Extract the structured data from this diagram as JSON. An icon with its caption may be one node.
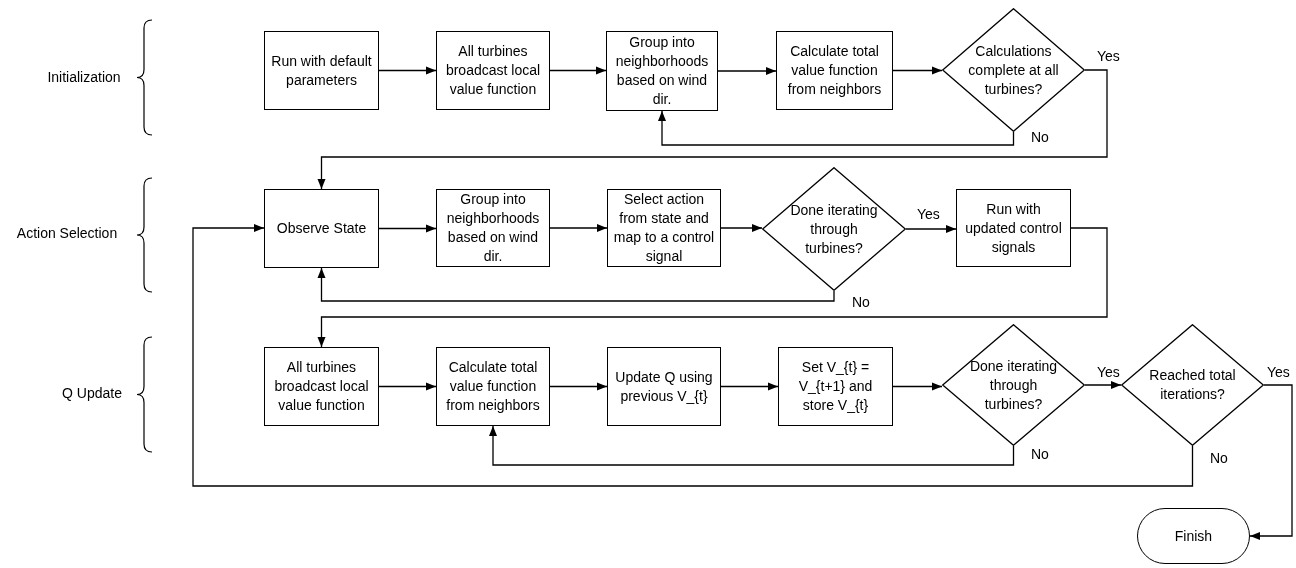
{
  "diagram": {
    "nodes": [
      {
        "text": [
          "Run with default parameters"
        ]
      },
      {
        "text": [
          "All turbines broadcast local value function"
        ]
      },
      {
        "text": [
          "Group into neighborhoods based on wind dir."
        ]
      },
      {
        "text": [
          "Calculate total value function from neighbors"
        ]
      },
      {
        "text": [
          "Calculations complete at all turbines?"
        ]
      },
      {
        "text": [
          "Observe State"
        ]
      },
      {
        "text": [
          "Group into neighborhoods based on wind dir."
        ]
      },
      {
        "text": [
          "Select action from state and map to a control signal"
        ]
      },
      {
        "text": [
          "Done iterating through turbines?"
        ]
      },
      {
        "text": [
          "Run with updated control signals"
        ]
      },
      {
        "text": [
          "All turbines broadcast local value function"
        ]
      },
      {
        "text": [
          "Calculate total value function from neighbors"
        ]
      },
      {
        "text": [
          "Update Q using previous V_{t}"
        ]
      },
      {
        "text": [
          "Set V_{t} = V_{t+1} and store V_{t}"
        ]
      },
      {
        "text": [
          "Done iterating through turbines?"
        ]
      },
      {
        "text": [
          "Reached total iterations?"
        ]
      },
      {
        "text": [
          "Finish"
        ]
      }
    ],
    "edges": [
      {
        "from": 0,
        "to": 1,
        "arrow": "to"
      },
      {
        "from": 1,
        "to": 2,
        "arrow": "to"
      },
      {
        "from": 2,
        "to": 3,
        "arrow": "to"
      },
      {
        "from": 3,
        "to": 4,
        "arrow": "to"
      },
      {
        "from": 4,
        "to": 5,
        "arrow": "to",
        "label": "Yes"
      },
      {
        "from": 4,
        "to": 2,
        "arrow": "to",
        "label": "No"
      },
      {
        "from": 5,
        "to": 6,
        "arrow": "to"
      },
      {
        "from": 6,
        "to": 7,
        "arrow": "to"
      },
      {
        "from": 7,
        "to": 8,
        "arrow": "to"
      },
      {
        "from": 8,
        "to": 9,
        "arrow": "to",
        "label": "Yes"
      },
      {
        "from": 8,
        "to": 5,
        "arrow": "to",
        "label": "No"
      },
      {
        "from": 9,
        "to": 10,
        "arrow": "to"
      },
      {
        "from": 10,
        "to": 11,
        "arrow": "to"
      },
      {
        "from": 11,
        "to": 12,
        "arrow": "to"
      },
      {
        "from": 12,
        "to": 13,
        "arrow": "to"
      },
      {
        "from": 13,
        "to": 14,
        "arrow": "to"
      },
      {
        "from": 14,
        "to": 15,
        "arrow": "to",
        "label": "Yes"
      },
      {
        "from": 14,
        "to": 11,
        "arrow": "to",
        "label": "No"
      },
      {
        "from": 15,
        "to": 16,
        "arrow": "to",
        "label": "Yes"
      },
      {
        "from": 15,
        "to": 5,
        "arrow": "to",
        "label": "No"
      }
    ],
    "labels": [
      "Initialization",
      "Action Selection",
      "Q Update"
    ]
  }
}
